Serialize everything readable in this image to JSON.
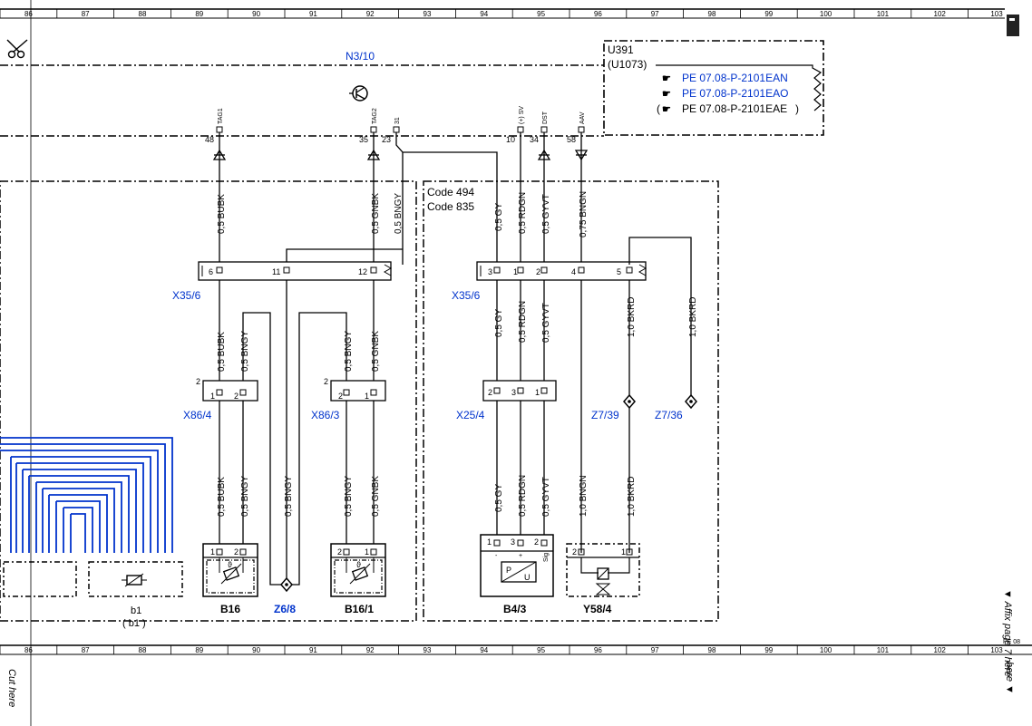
{
  "ruler": {
    "numbers": [
      "86",
      "87",
      "88",
      "89",
      "90",
      "91",
      "92",
      "93",
      "94",
      "95",
      "96",
      "97",
      "98",
      "99",
      "100",
      "101",
      "102",
      "103"
    ]
  },
  "control_unit": {
    "label": "N3/10"
  },
  "ref_box": {
    "title": "U391",
    "subtitle": "(U1073)",
    "refs": [
      "PE 07.08-P-2101EAN",
      "PE 07.08-P-2101EAO",
      "PE 07.08-P-2101EAE"
    ]
  },
  "ecu_pins": [
    {
      "name": "TAG1",
      "num": "48"
    },
    {
      "name": "TAG2",
      "num": "35"
    },
    {
      "name": "31",
      "num": "23"
    },
    {
      "name": "(+) SV",
      "num": "10"
    },
    {
      "name": "DST",
      "num": "34"
    },
    {
      "name": "AAV",
      "num": "58"
    }
  ],
  "codes": [
    "Code 494",
    "Code 835"
  ],
  "wires_top": [
    "0,5 BUBK",
    "0,5 GNBK",
    "0,5 BNGY",
    "0,5 GY",
    "0,5 RDGN",
    "0,5 GYVT",
    "0,75 BNGN"
  ],
  "x35_left": {
    "label": "X35/6",
    "pins": [
      "6",
      "11",
      "12"
    ]
  },
  "x35_right": {
    "label": "X35/6",
    "pins": [
      "3",
      "1",
      "2",
      "4",
      "5"
    ]
  },
  "wires_mid_left": [
    "0,5 BUBK",
    "0,5 BNGY",
    "0,5 BNGY",
    "0,5 GNBK"
  ],
  "wires_mid_right": [
    "0,5 GY",
    "0,5 RDGN",
    "0,5 GYVT",
    "1,0 BKRD",
    "1,0 BKRD"
  ],
  "x86_4": {
    "label": "X86/4",
    "pins": [
      "2",
      "1",
      "2"
    ]
  },
  "x86_3": {
    "label": "X86/3",
    "pins": [
      "2",
      "2",
      "1"
    ]
  },
  "x25_4": {
    "label": "X25/4",
    "pins": [
      "2",
      "3",
      "1"
    ]
  },
  "z7_39": {
    "label": "Z7/39"
  },
  "z7_36": {
    "label": "Z7/36"
  },
  "wires_low": [
    "0,5 BUBK",
    "0,5 BNGY",
    "0,5 BNGY",
    "0,5 BNGY",
    "0,5 GNBK",
    "0,5 GY",
    "0,5 RDGN",
    "0,5 GYVT",
    "1,0 BNGN",
    "1,0 BKRD"
  ],
  "b1": {
    "label": "b1",
    "sub": "( b1 )"
  },
  "b16": {
    "label": "B16",
    "pins": [
      "1",
      "2"
    ],
    "sym": "ϑ"
  },
  "z6_8": {
    "label": "Z6/8"
  },
  "b16_1": {
    "label": "B16/1",
    "pins": [
      "2",
      "1"
    ],
    "sym": "ϑ"
  },
  "b4_3": {
    "label": "B4/3",
    "pins": [
      "1",
      "3",
      "2"
    ],
    "signs": [
      "-",
      "+",
      "Sig"
    ],
    "p": "P",
    "u": "U"
  },
  "y58_4": {
    "label": "Y58/4",
    "pins": [
      "2",
      "1"
    ]
  },
  "margin_text": {
    "affix": "▼ Affix page 7 here",
    "cut": "Cut here",
    "cut_right": "here ▼",
    "pe": "PE 08"
  }
}
